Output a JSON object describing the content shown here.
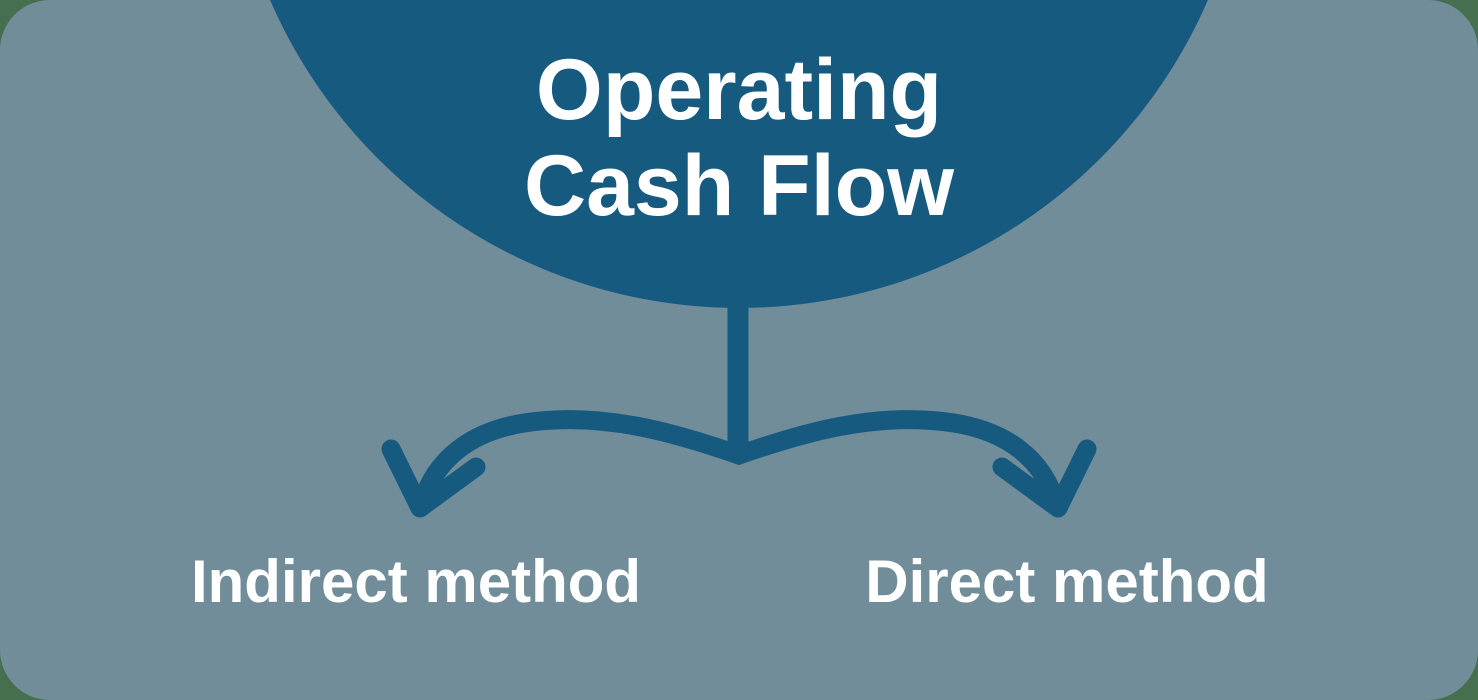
{
  "page": {
    "background_color": "#466F4F",
    "card_background_color": "#718D9A"
  },
  "diagram": {
    "type": "flow",
    "root": {
      "title_line1": "Operating",
      "title_line2": "Cash Flow"
    },
    "branches": [
      {
        "label": "Indirect method"
      },
      {
        "label": "Direct method"
      }
    ],
    "colors": {
      "node_fill": "#175A80",
      "arrow_stroke": "#175A80",
      "text_color": "#FFFFFF"
    }
  }
}
